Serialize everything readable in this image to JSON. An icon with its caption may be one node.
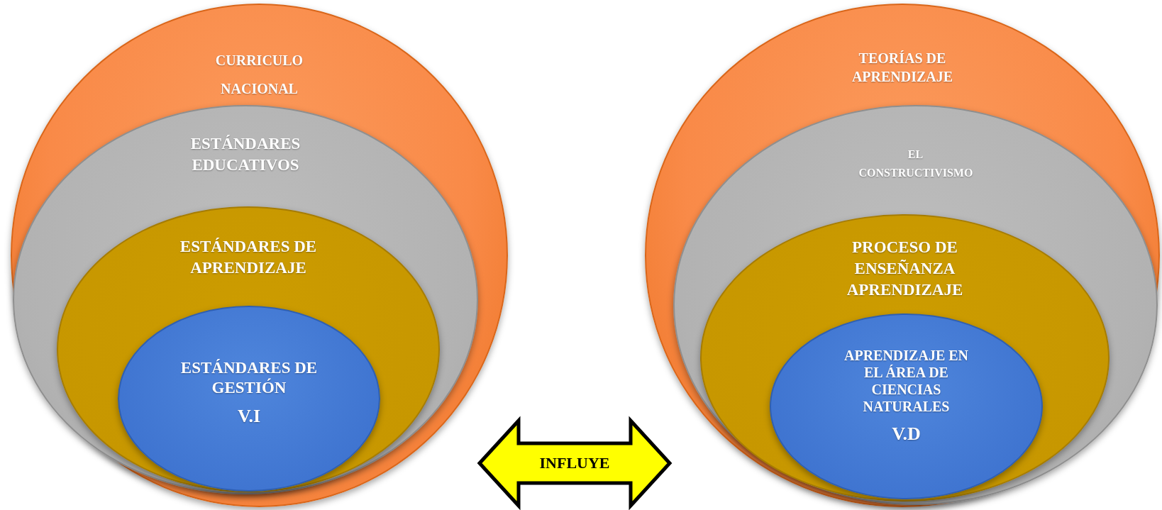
{
  "diagram": {
    "nodes": [
      {
        "text": [
          "CURRICULO NACIONAL"
        ]
      },
      {
        "text": [
          "ESTÁNDARES EDUCATIVOS"
        ],
        "in": 0
      },
      {
        "text": [
          "ESTÁNDARES DE APRENDIZAJE"
        ],
        "in": 1
      },
      {
        "text": [
          "ESTÁNDARES DE GESTIÓN",
          "V.I"
        ],
        "in": 2
      },
      {
        "text": [
          "TEORÍAS DE APRENDIZAJE"
        ]
      },
      {
        "text": [
          "EL CONSTRUCTIVISMO"
        ],
        "in": 4
      },
      {
        "text": [
          "PROCESO DE ENSEÑANZA APRENDIZAJE"
        ],
        "in": 5
      },
      {
        "text": [
          "APRENDIZAJE EN EL ÁREA DE CIENCIAS NATURALES",
          "V.D"
        ],
        "in": 6
      }
    ],
    "edges": [
      {
        "from": 0,
        "to": 4,
        "arrow": "both",
        "label": "INFLUYE"
      }
    ]
  }
}
